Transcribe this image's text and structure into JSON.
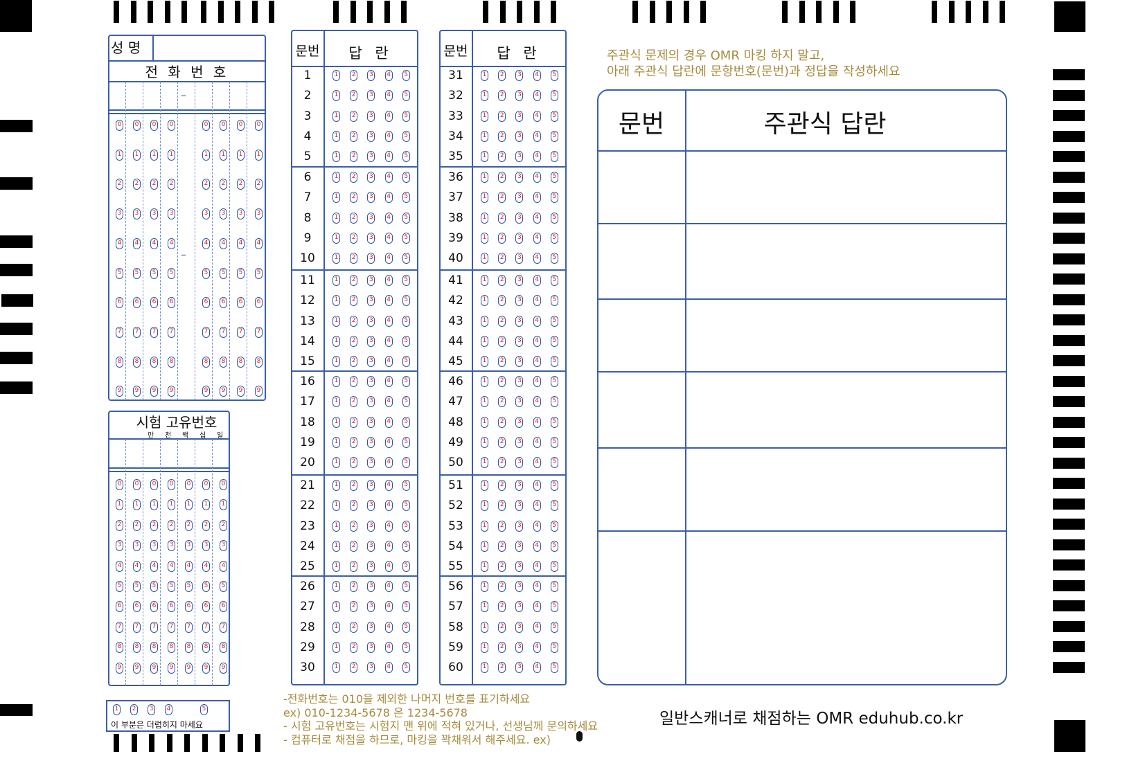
{
  "phone": {
    "name_label": "성 명",
    "phone_label": "전 화 번 호",
    "dash": "–",
    "digits": [
      "0",
      "1",
      "2",
      "3",
      "4",
      "5",
      "6",
      "7",
      "8",
      "9"
    ]
  },
  "exam_id": {
    "title": "시험 고유번호",
    "places": [
      "만",
      "천",
      "백",
      "십",
      "일"
    ]
  },
  "answer_header": {
    "num": "문번",
    "answer": "답 란"
  },
  "choices": [
    "1",
    "2",
    "3",
    "4",
    "5"
  ],
  "questions_left_start": 1,
  "questions_right_start": 31,
  "footer_bubbles": [
    "1",
    "2",
    "3",
    "4",
    "5"
  ],
  "footer_warning": "이 부분은 더럽히지 마세요",
  "notes": {
    "line1": "-전화번호는 010을 제외한 나머지 번호를 표기하세요",
    "line2": "ex) 010-1234-5678 은 1234-5678",
    "line3": "- 시험 고유번호는 시험지 맨 위에 적혀 있거나, 선생님께 문의하세요",
    "line4": "- 컴퓨터로 채점을 하므로, 마킹을 꽉채워서 해주세요.  ex)"
  },
  "subjective": {
    "instruction1": "주관식 문제의 경우 OMR 마킹 하지 말고,",
    "instruction2": "아래 주관식 답란에 문항번호(문번)과 정답을 작성하세요",
    "num_header": "문번",
    "answer_header": "주관식 답란"
  },
  "brand": "일반스캐너로 채점하는 OMR eduhub.co.kr",
  "colors": {
    "line": "#3a5fa8",
    "bubble_digit": "#d0242b",
    "note": "#a68a3d"
  }
}
